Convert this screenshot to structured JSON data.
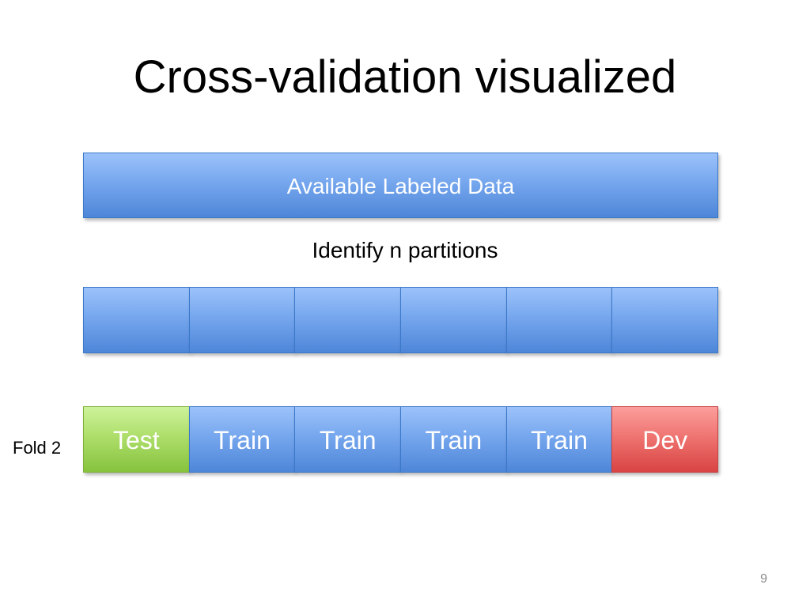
{
  "slide": {
    "title": "Cross-validation visualized",
    "page_number": "9"
  },
  "available_data": {
    "label": "Available Labeled Data"
  },
  "caption": "Identify n partitions",
  "partitions": [
    {
      "label": ""
    },
    {
      "label": ""
    },
    {
      "label": ""
    },
    {
      "label": ""
    },
    {
      "label": ""
    },
    {
      "label": ""
    }
  ],
  "fold": {
    "label": "Fold 2",
    "cells": [
      {
        "label": "Test",
        "role": "test"
      },
      {
        "label": "Train",
        "role": "train"
      },
      {
        "label": "Train",
        "role": "train"
      },
      {
        "label": "Train",
        "role": "train"
      },
      {
        "label": "Train",
        "role": "train"
      },
      {
        "label": "Dev",
        "role": "dev"
      }
    ]
  },
  "colors": {
    "train": "#6f9fe8",
    "test": "#a8d868",
    "dev": "#ec6f6c"
  }
}
